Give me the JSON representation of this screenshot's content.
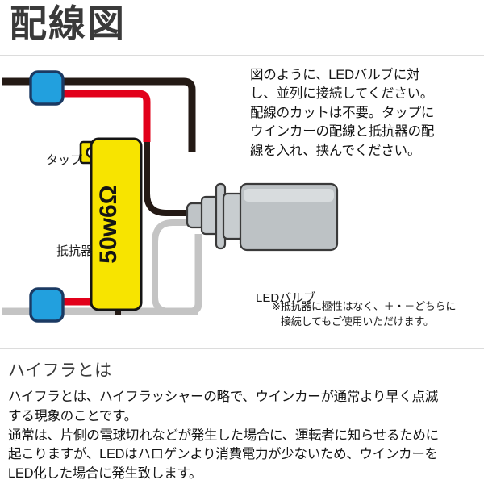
{
  "header": {
    "title": "配線図"
  },
  "diagram": {
    "labels": {
      "tap": "タップ",
      "resistor": "抵抗器",
      "bulb": "LEDバルブ"
    },
    "resistor_marking": "50w6Ω",
    "colors": {
      "tap_fill": "#22A0DE",
      "tap_border": "#1B3A63",
      "resistor_body": "#F7E400",
      "resistor_outline": "#141414",
      "wire_black": "#241A15",
      "wire_red": "#E2001A",
      "wire_gray": "#C4C4C4",
      "bulb_body": "#B8BDC0",
      "bulb_light": "#D5D9DB",
      "bulb_outline": "#3A3A3A"
    }
  },
  "description": {
    "lines": [
      "図のように、LEDバルブに対",
      "し、並列に接続してください。",
      "配線のカットは不要。タップに",
      "ウインカーの配線と抵抗器の配",
      "線を入れ、挟んでください。"
    ]
  },
  "note": {
    "line1": "※抵抗器に極性はなく、＋・－どちらに",
    "line2": "接続してもご使用いただけます。"
  },
  "section": {
    "heading": "ハイフラとは",
    "paragraph_lines": [
      "ハイフラとは、ハイフラッシャーの略で、ウインカーが通常より早く点滅",
      "する現象のことです。",
      "通常は、片側の電球切れなどが発生した場合に、運転者に知らせるために",
      "起こりますが、LEDはハロゲンより消費電力が少ないため、ウインカーを",
      "LED化した場合に発生致します。"
    ]
  }
}
